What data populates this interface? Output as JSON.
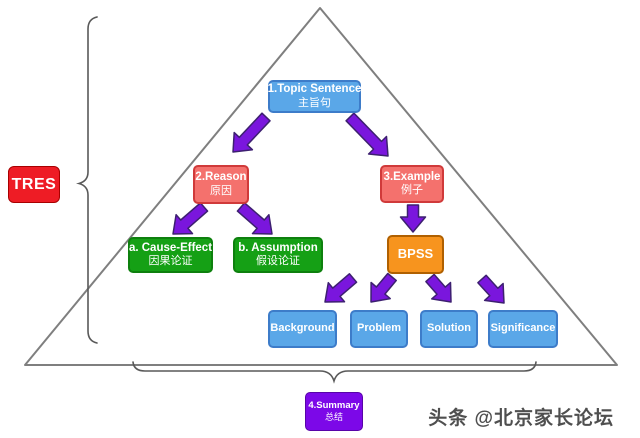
{
  "watermark": {
    "text": "头条 @北京家长论坛"
  },
  "labels": {
    "tres": "TRES"
  },
  "nodes": {
    "topic": {
      "title": "1.Topic Sentence",
      "subtitle": "主旨句"
    },
    "reason": {
      "title": "2.Reason",
      "subtitle": "原因"
    },
    "example": {
      "title": "3.Example",
      "subtitle": "例子"
    },
    "cause_effect": {
      "title": "a. Cause-Effect",
      "subtitle": "因果论证"
    },
    "assumption": {
      "title": "b. Assumption",
      "subtitle": "假设论证"
    },
    "bpss": {
      "title": "BPSS"
    },
    "background": {
      "title": "Background"
    },
    "problem": {
      "title": "Problem"
    },
    "solution": {
      "title": "Solution"
    },
    "significance": {
      "title": "Significance"
    },
    "summary": {
      "title": "4.Summary",
      "subtitle": "总结"
    }
  },
  "colors": {
    "node_blue": "#5AA7E8",
    "node_blue_border": "#3D7CC9",
    "node_salmon": "#F4716D",
    "node_salmon_border": "#D03A3A",
    "node_green": "#15A015",
    "node_green_border": "#0E800E",
    "node_orange": "#F7941E",
    "node_orange_border": "#B06000",
    "node_purple": "#7C08E8",
    "node_purple_border": "#5804A8",
    "tres_red": "#EE1C25",
    "tres_red_border": "#A80000",
    "arrow_purple": "#7A16DD",
    "arrow_outline": "#3D2070",
    "triangle_gray": "#7F7F7F",
    "brace_gray": "#595959"
  }
}
